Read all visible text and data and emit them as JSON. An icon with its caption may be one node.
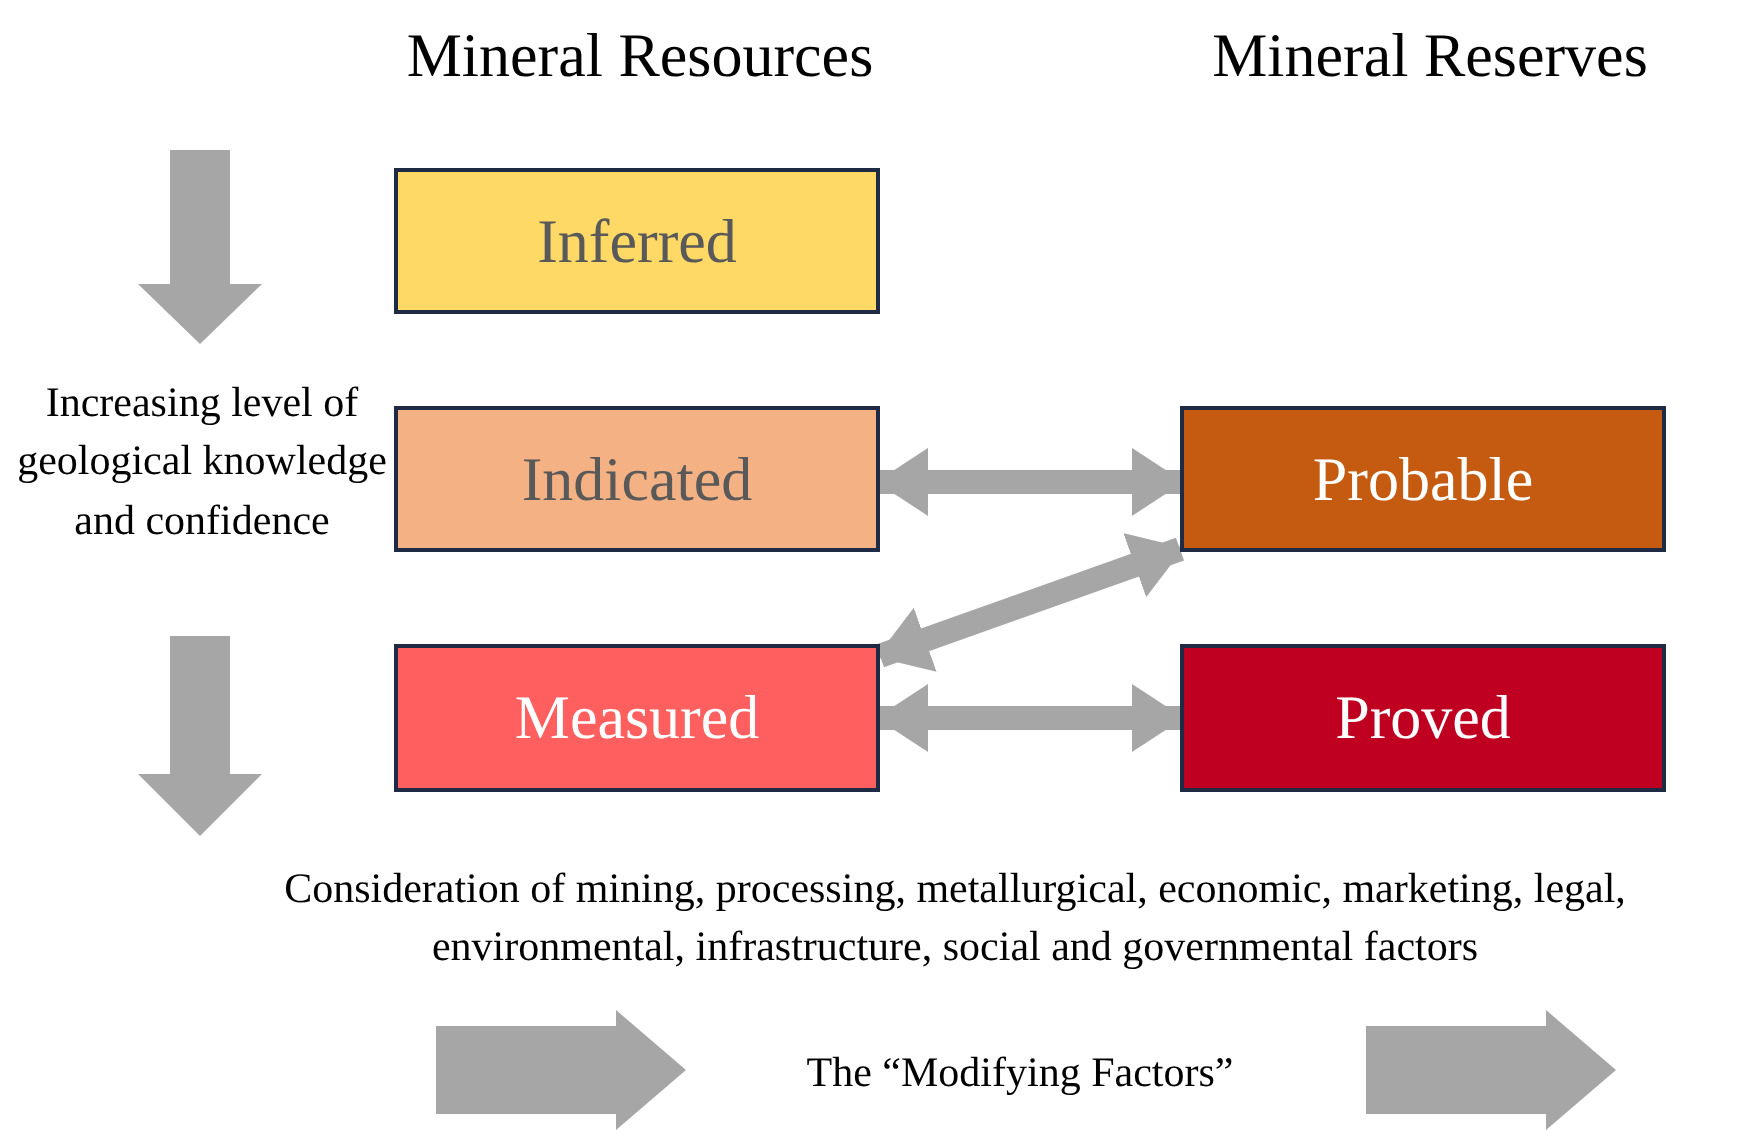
{
  "diagram": {
    "nodes": [
      {
        "text": [
          "Inferred"
        ]
      },
      {
        "text": [
          "Indicated"
        ]
      },
      {
        "text": [
          "Measured"
        ]
      },
      {
        "text": [
          "Probable"
        ]
      },
      {
        "text": [
          "Proved"
        ]
      }
    ],
    "edges": [
      {
        "from": 1,
        "to": 3,
        "arrow": "both"
      },
      {
        "from": 3,
        "to": 2,
        "arrow": "both"
      },
      {
        "from": 2,
        "to": 4,
        "arrow": "both"
      }
    ],
    "labels": [
      "Mineral Resources",
      "Mineral Reserves",
      "Increasing level of geological knowledge and confidence",
      "Consideration of mining, processing, metallurgical, economic, marketing, legal, environmental, infrastructure, social and governmental factors",
      "The “Modifying Factors”"
    ]
  }
}
